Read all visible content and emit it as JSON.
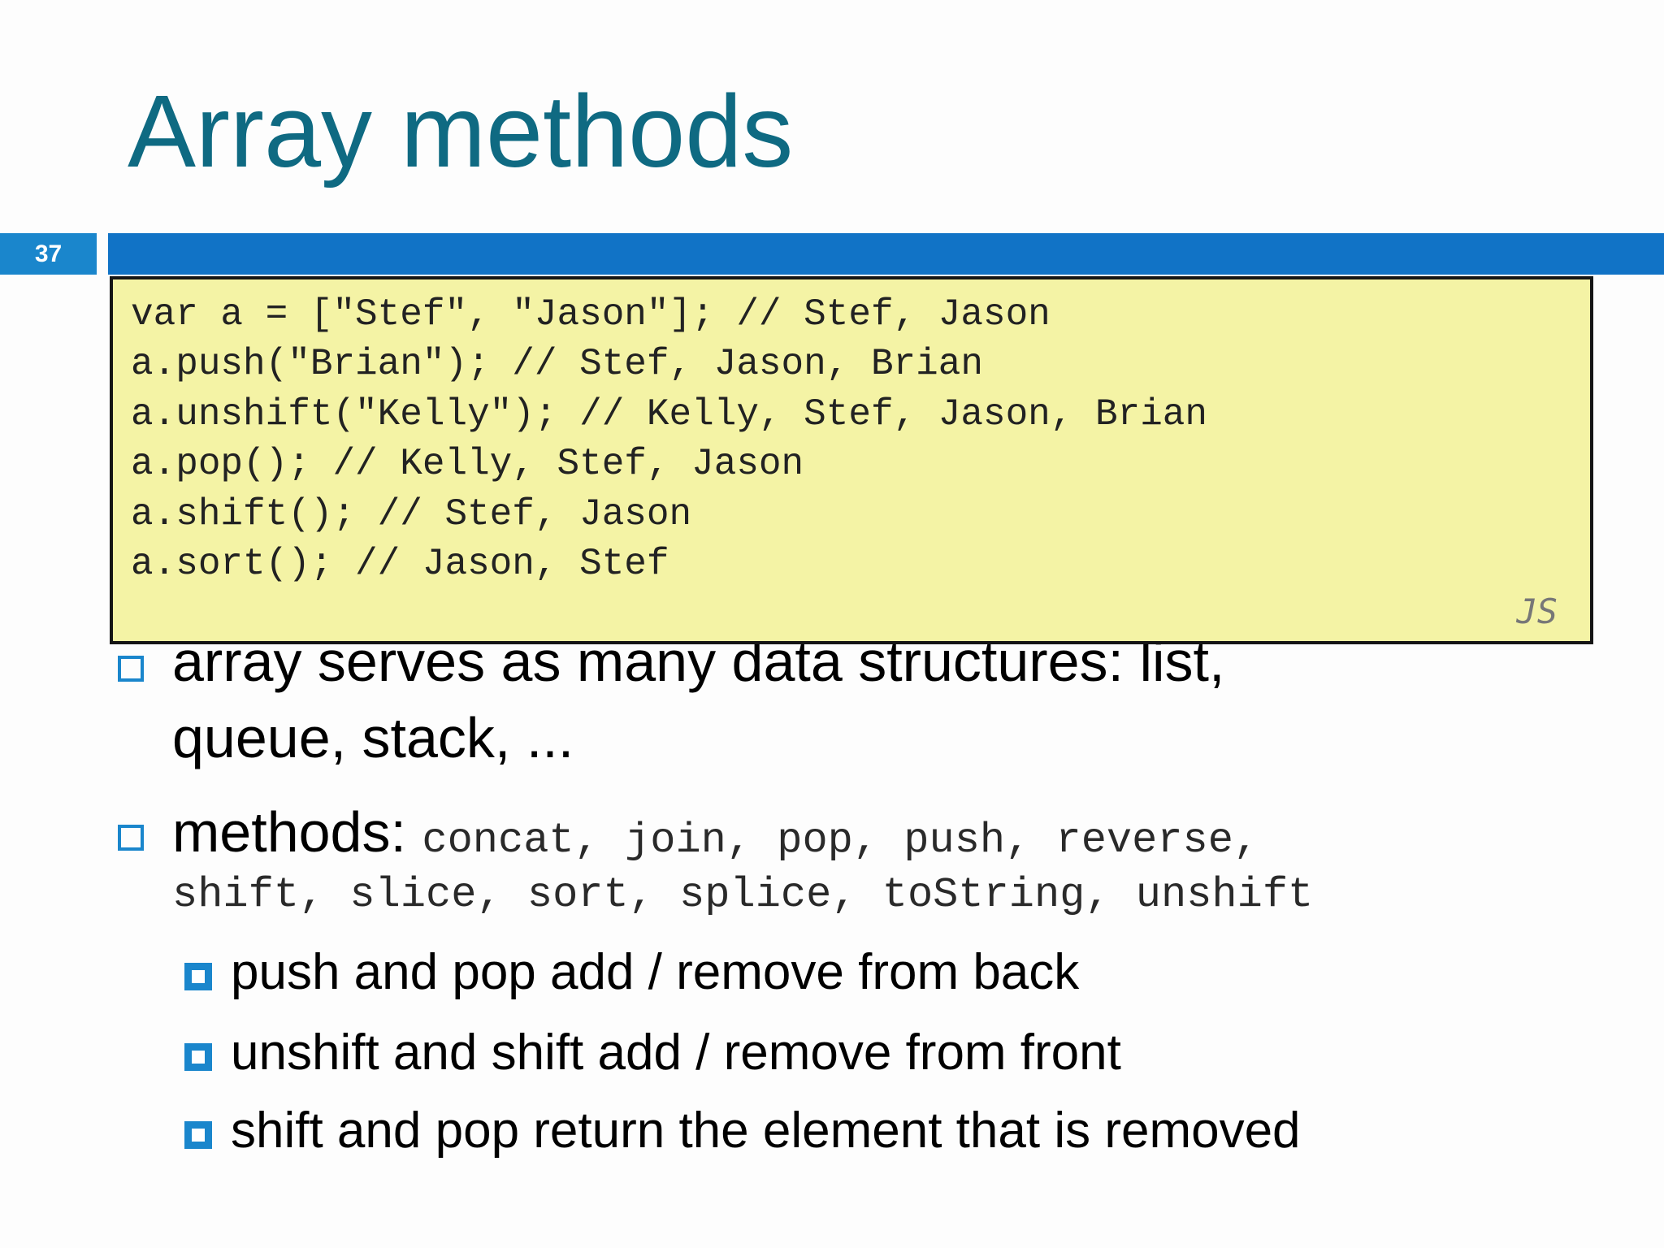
{
  "slide": {
    "title": "Array methods",
    "number": "37"
  },
  "code": {
    "lines": [
      "var a = [\"Stef\", \"Jason\"]; // Stef, Jason",
      "a.push(\"Brian\"); // Stef, Jason, Brian",
      "a.unshift(\"Kelly\"); // Kelly, Stef, Jason, Brian",
      "a.pop(); // Kelly, Stef, Jason",
      "a.shift(); // Stef, Jason",
      "a.sort(); // Jason, Stef"
    ],
    "language": "JS"
  },
  "bullets": {
    "b1": {
      "line1": "array serves as many data structures: list,",
      "line2": "queue, stack, ..."
    },
    "b2": {
      "label": "methods:",
      "line1_code": "concat, join, pop, push, reverse,",
      "line2_code": "shift, slice, sort, splice, toString, unshift"
    },
    "sub": [
      "push and pop add / remove from back",
      "unshift and shift add / remove from front",
      "shift and pop return the element that is removed"
    ]
  },
  "colors": {
    "title": "#0f6a82",
    "accent_bar": "#1173c6",
    "slide_number_bg": "#1a86cc",
    "code_bg": "#f4f3a5"
  }
}
